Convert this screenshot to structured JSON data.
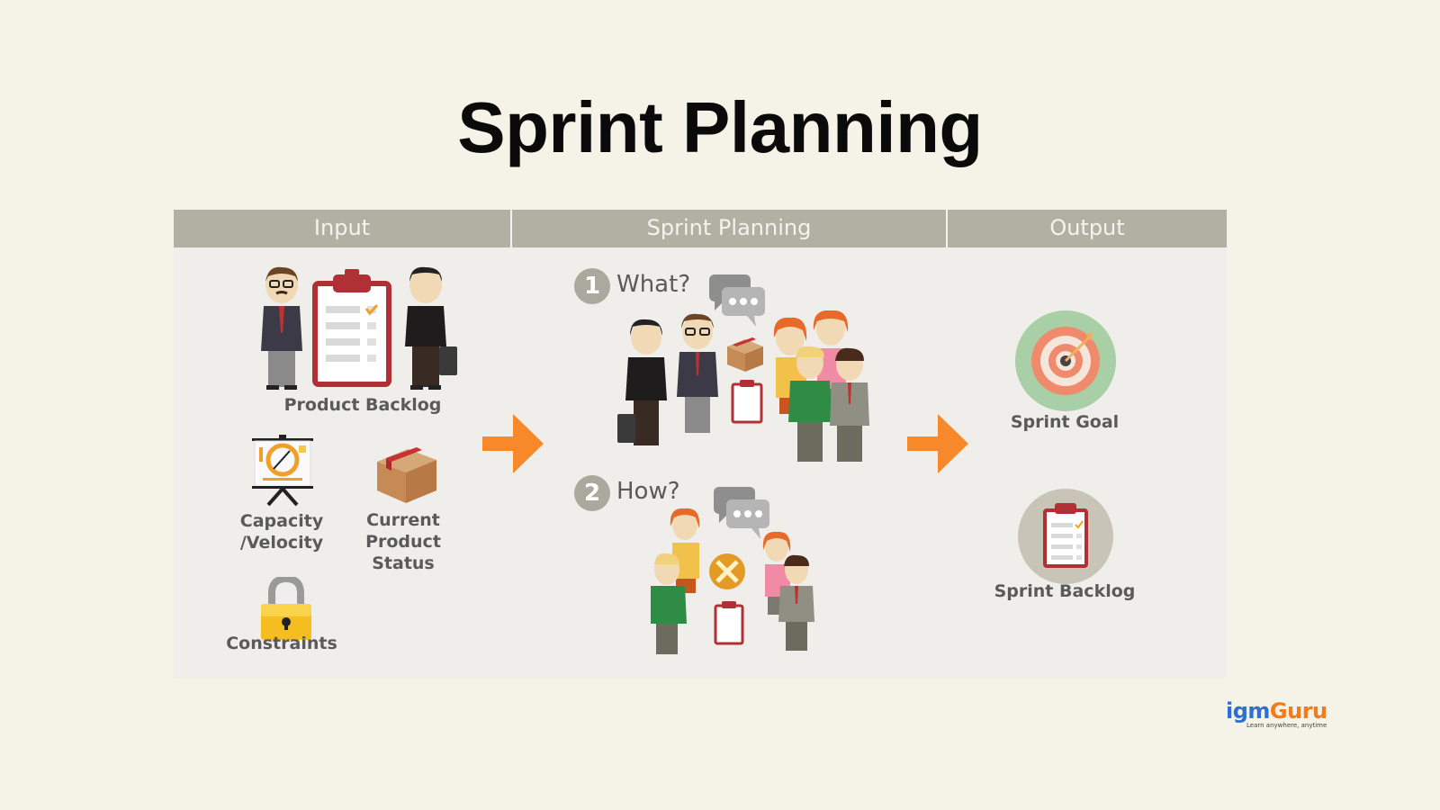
{
  "title": "Sprint Planning",
  "columns": [
    {
      "label": "Input"
    },
    {
      "label": "Sprint Planning"
    },
    {
      "label": "Output"
    }
  ],
  "input": {
    "items": [
      {
        "label": "Product Backlog",
        "icon": "clipboard-with-people-icon"
      },
      {
        "label_line1": "Capacity",
        "label_line2": "/Velocity",
        "icon": "presentation-chart-icon"
      },
      {
        "label_line1": "Current",
        "label_line2": "Product",
        "label_line3": "Status",
        "icon": "cardboard-box-icon"
      },
      {
        "label": "Constraints",
        "icon": "padlock-icon"
      }
    ]
  },
  "planning": {
    "steps": [
      {
        "number": "1",
        "label": "What?"
      },
      {
        "number": "2",
        "label": "How?"
      }
    ]
  },
  "output": {
    "items": [
      {
        "label": "Sprint Goal",
        "icon": "target-icon"
      },
      {
        "label": "Sprint Backlog",
        "icon": "clipboard-icon"
      }
    ]
  },
  "brand": {
    "name_part1": "igm",
    "name_part2": "Guru",
    "tagline": "Learn anywhere, anytime"
  },
  "colors": {
    "background": "#f5f2e8",
    "panel": "#efeeea",
    "header": "#b2afa3",
    "arrow": "#f7892b",
    "clipboard": "#b03035",
    "target_ring": "#a8cfa5",
    "target_red": "#f08a6c",
    "backlog_circle": "#c9c5b6"
  }
}
